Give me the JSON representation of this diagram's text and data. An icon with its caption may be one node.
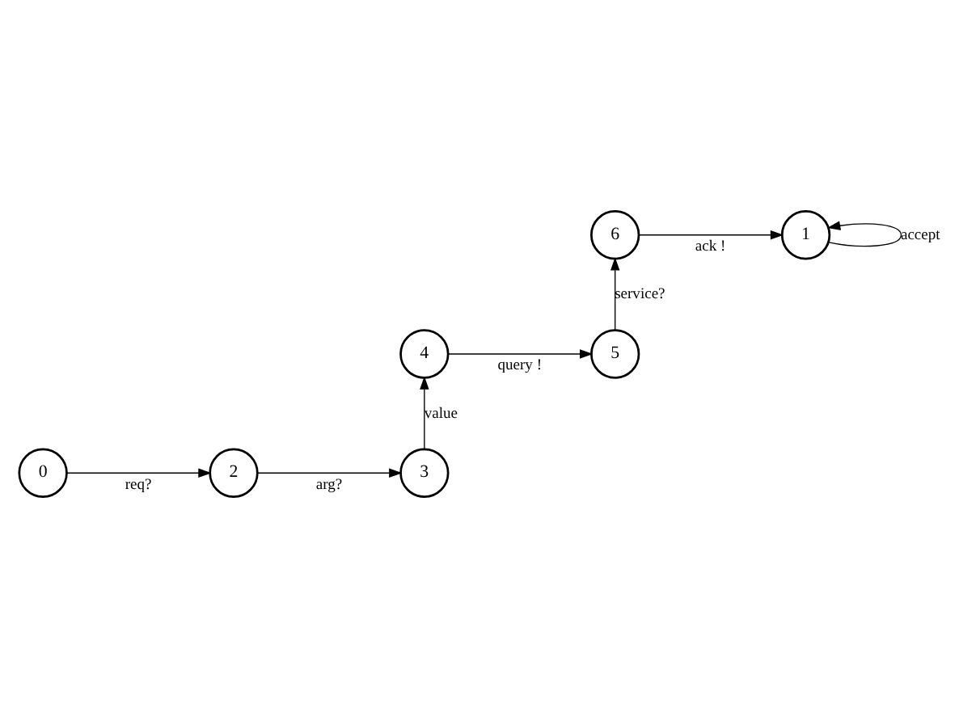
{
  "diagram": {
    "nodes": [
      {
        "text": [
          "1"
        ]
      },
      {
        "text": [
          "6"
        ]
      },
      {
        "text": [
          "5"
        ]
      },
      {
        "text": [
          "4"
        ]
      },
      {
        "text": [
          "0"
        ]
      },
      {
        "text": [
          "2"
        ]
      },
      {
        "text": [
          "3"
        ]
      }
    ],
    "edges": [
      {
        "from": 4,
        "to": 5,
        "arrow": "to",
        "label": "req?"
      },
      {
        "from": 5,
        "to": 6,
        "arrow": "to",
        "label": "arg?"
      },
      {
        "from": 6,
        "to": 3,
        "arrow": "to",
        "label": "value"
      },
      {
        "from": 3,
        "to": 2,
        "arrow": "to",
        "label": "query !"
      },
      {
        "from": 2,
        "to": 1,
        "arrow": "to",
        "label": "service?"
      },
      {
        "from": 1,
        "to": 0,
        "arrow": "to",
        "label": "ack !"
      },
      {
        "from": 0,
        "to": 0,
        "arrow": "to",
        "label": "accept"
      }
    ]
  }
}
